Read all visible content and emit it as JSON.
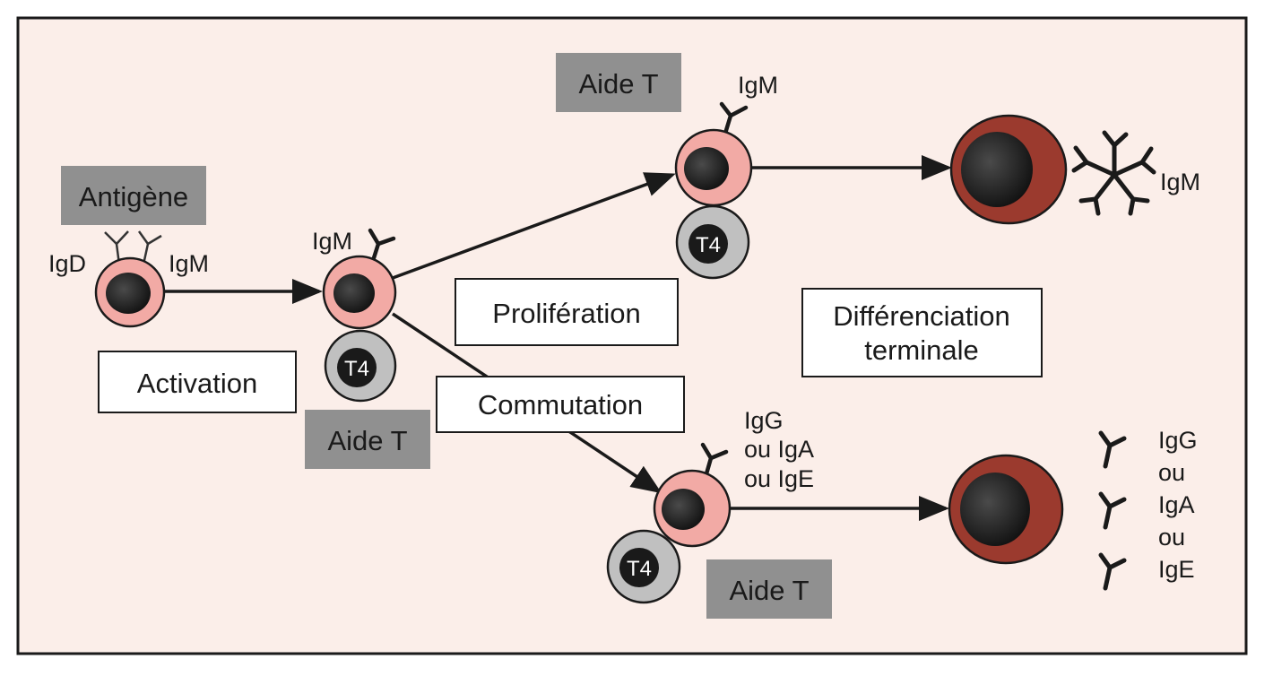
{
  "labels": {
    "antigen": "Antigène",
    "igd": "IgD",
    "igm_naive": "IgM",
    "activation": "Activation",
    "igm_activated": "IgM",
    "helper_t_activated": "Aide T",
    "t4": "T4",
    "proliferation": "Prolifération",
    "helper_t_top": "Aide T",
    "igm_top": "IgM",
    "commutation": "Commutation",
    "helper_t_bottom": "Aide T",
    "switched_isotypes": [
      "IgG",
      "ou IgA",
      "ou IgE"
    ],
    "terminal_differentiation": [
      "Différenciation",
      "terminale"
    ],
    "igm_secreted": "IgM",
    "secreted_isotypes": [
      "IgG",
      "ou",
      "IgA",
      "ou",
      "IgE"
    ]
  },
  "colors": {
    "background": "#fbeee9",
    "frame": "#1a1a1a",
    "label_box_gray": "#909090",
    "label_box_white": "#ffffff",
    "b_cell_cytoplasm": "#f2aaa5",
    "nucleus": "#1a1a1a",
    "plasma_cell": "#9b3a2e",
    "t_cell": "#c0c0c0",
    "arrow": "#1a1a1a"
  }
}
